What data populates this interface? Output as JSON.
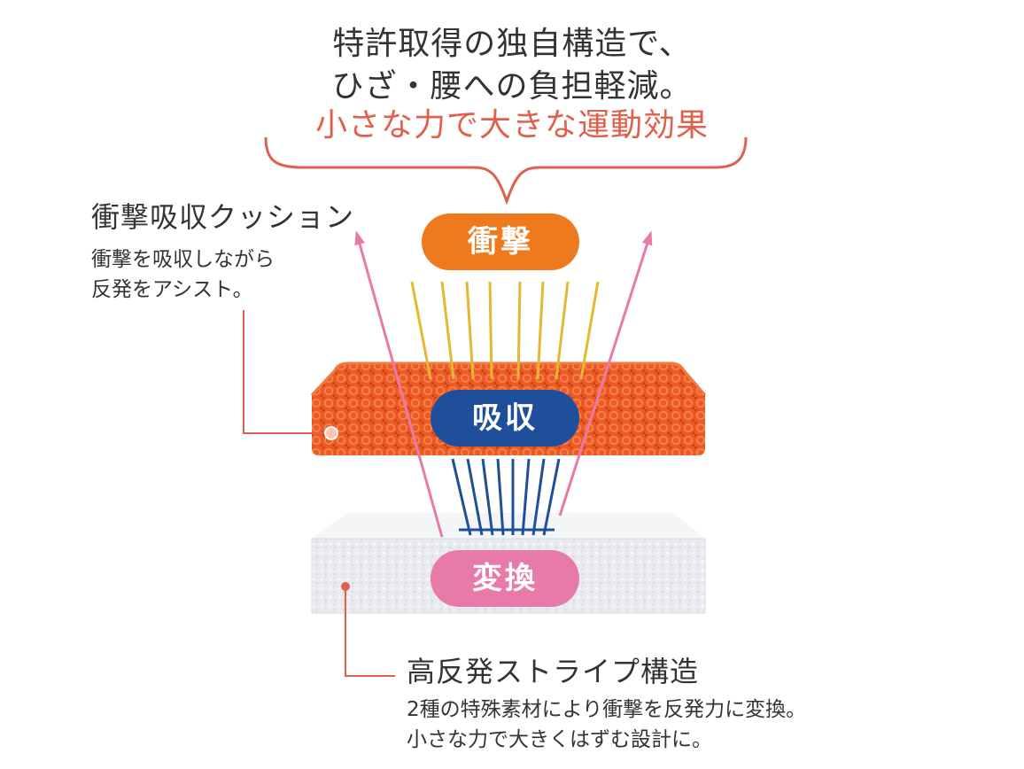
{
  "headline": {
    "line1": "特許取得の独自構造で、",
    "line2": "ひざ・腰への負担軽減。",
    "line3": "小さな力で大きな運動効果"
  },
  "labels": {
    "impact": "衝撃",
    "absorb": "吸収",
    "convert": "変換"
  },
  "cushion": {
    "title": "衝撃吸収クッション",
    "desc1": "衝撃を吸収しながら",
    "desc2": "反発をアシスト。"
  },
  "stripe": {
    "title": "高反発ストライプ構造",
    "desc1": "2種の特殊素材により衝撃を反発力に変換。",
    "desc2": "小さな力で大きくはずむ設計に。"
  },
  "colors": {
    "accent_red": "#e0604e",
    "impact_orange": "#ee7a1d",
    "absorb_blue": "#1f4f9b",
    "convert_pink": "#e77aa9",
    "impact_lines": "#e5b830",
    "cushion_orange": "#ee5a26",
    "foam_gray": "#e9ebee"
  }
}
